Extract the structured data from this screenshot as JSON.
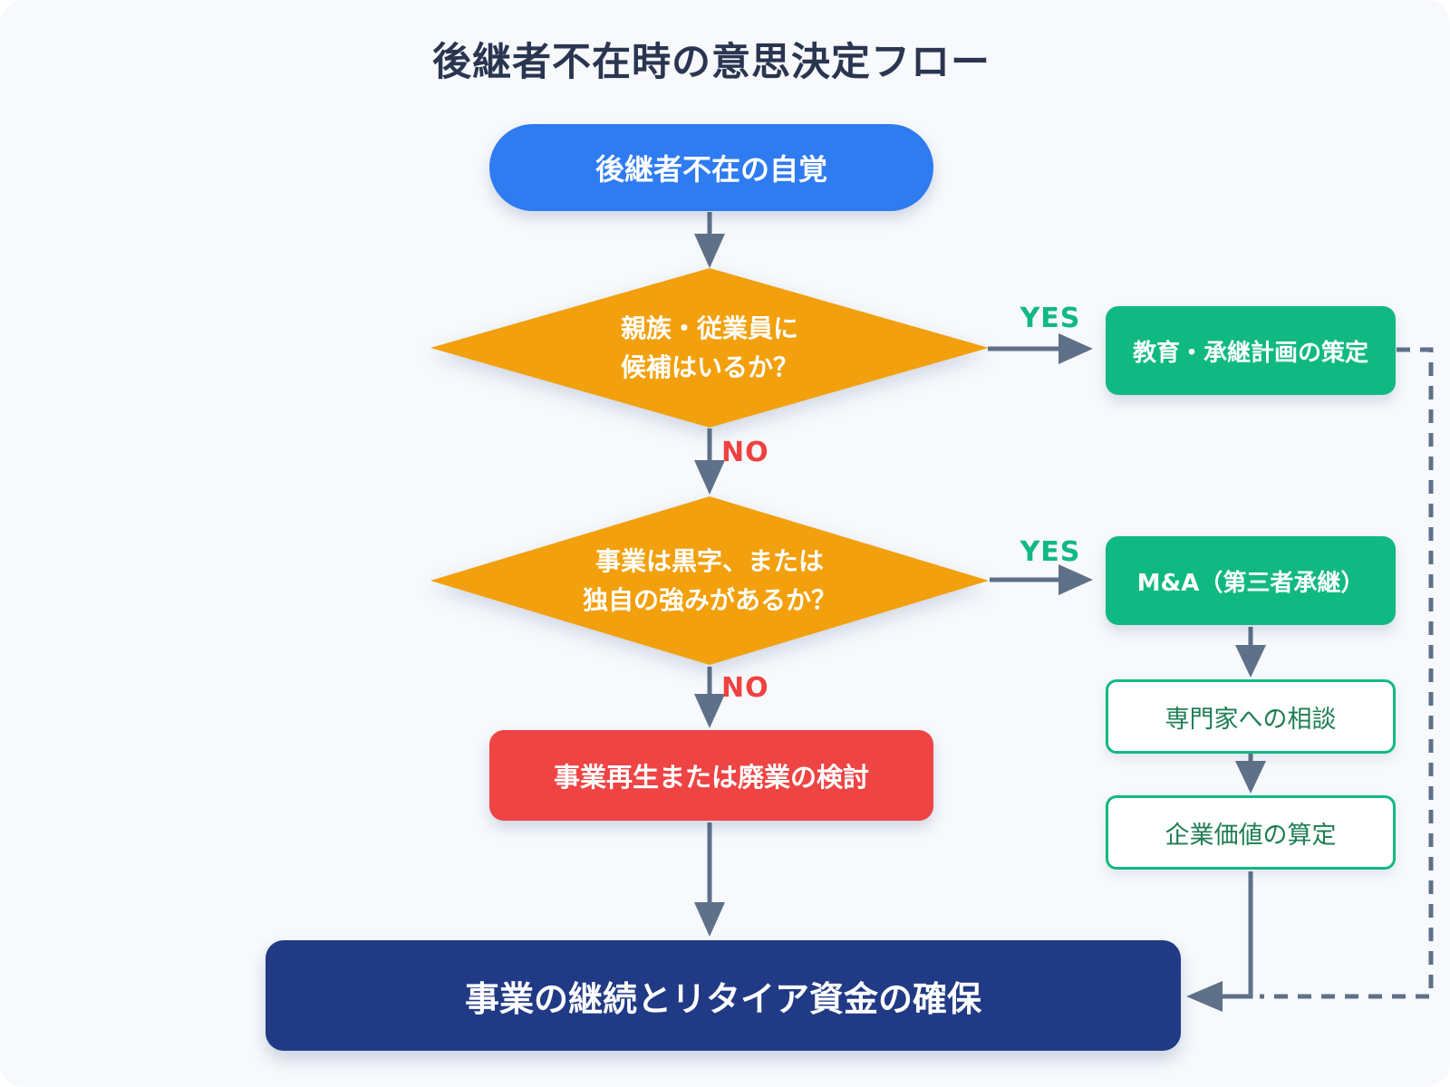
{
  "title": "後継者不在時の意思決定フロー",
  "nodes": {
    "start": {
      "label": "後継者不在の自覚"
    },
    "decision_candidates": {
      "label": "親族・従業員に\n候補はいるか？"
    },
    "plan_education": {
      "label": "教育・承継計画の策定"
    },
    "decision_profitable": {
      "label": "事業は黒字、または\n独自の強みがあるか？"
    },
    "ma_succession": {
      "label": "M&A（第三者承継）"
    },
    "consult_expert": {
      "label": "専門家への相談"
    },
    "company_valuation": {
      "label": "企業価値の算定"
    },
    "restructure_or_close": {
      "label": "事業再生または廃業の検討"
    },
    "goal": {
      "label": "事業の継続とリタイア資金の確保"
    }
  },
  "edge_labels": {
    "yes_candidates": "YES",
    "no_candidates": "NO",
    "yes_profitable": "YES",
    "no_profitable": "NO"
  },
  "colors": {
    "card_background": "#f7f9fc",
    "title_text": "#2a3550",
    "start_fill": "#2f7bf0",
    "decision_fill": "#f2a00d",
    "outcome_green_fill": "#10b981",
    "process_border": "#10b981",
    "process_text": "#1e7e54",
    "warning_fill": "#ee4444",
    "goal_fill": "#213a85",
    "connector": "#5e7188",
    "yes_label": "#10b981",
    "no_label": "#f04141"
  }
}
